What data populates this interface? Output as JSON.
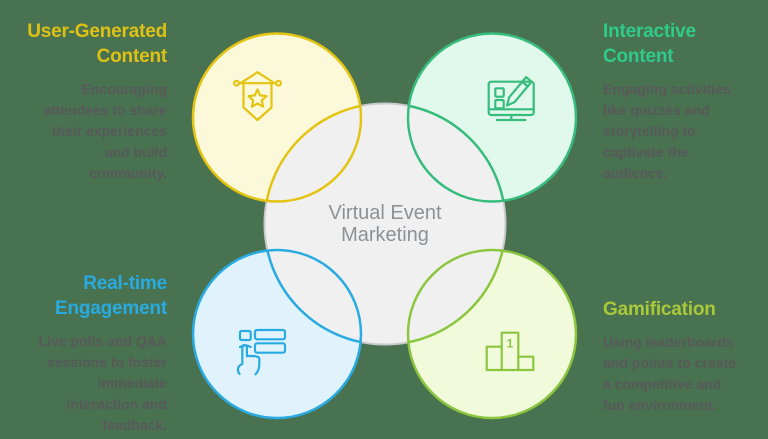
{
  "background_color": "#497250",
  "center": {
    "title_lines": [
      "Virtual Event",
      "Marketing"
    ],
    "circle_fill": "#F0F0F1",
    "circle_stroke": "#CACACC",
    "text_color": "#8E9193"
  },
  "body_text_color": "#58595B",
  "sections": [
    {
      "id": "user-generated-content",
      "title_lines": [
        "User-Generated",
        "Content"
      ],
      "description_lines": [
        "Encouraging",
        "attendees to share",
        "their experiences",
        "and build",
        "community."
      ],
      "title_color": "#DFC116",
      "accent": "#E4C412",
      "fill_color": "#FCF8DA",
      "icon": "banner-star-icon"
    },
    {
      "id": "interactive-content",
      "title_lines": [
        "Interactive",
        "Content"
      ],
      "description_lines": [
        "Engaging activities",
        "like quizzes and",
        "storytelling to",
        "captivate the",
        "audience."
      ],
      "title_color": "#2FCB8B",
      "accent": "#36BD7E",
      "fill_color": "#E1F8EC",
      "icon": "quiz-monitor-pencil-icon"
    },
    {
      "id": "real-time-engagement",
      "title_lines": [
        "Real-time",
        "Engagement"
      ],
      "description_lines": [
        "Live polls and Q&A",
        "sessions to foster",
        "immediate",
        "interaction and",
        "feedback."
      ],
      "title_color": "#29ABE2",
      "accent": "#29ABE2",
      "fill_color": "#E0F3FC",
      "icon": "live-poll-hand-icon"
    },
    {
      "id": "gamification",
      "title_lines": [
        "Gamification"
      ],
      "description_lines": [
        "Using leaderboards",
        "and points to create",
        "a competitive and",
        "fun environment."
      ],
      "title_color": "#A9C93B",
      "accent": "#8CC63F",
      "fill_color": "#F1FADB",
      "icon": "leaderboard-podium-icon",
      "icon_label": "1"
    }
  ]
}
